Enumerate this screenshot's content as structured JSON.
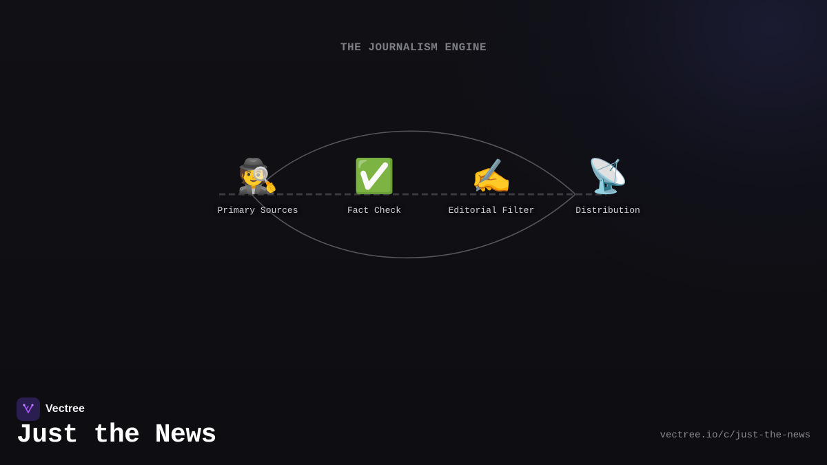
{
  "diagram": {
    "title": "THE JOURNALISM ENGINE",
    "stages": [
      {
        "icon": "🕵️",
        "icon_name": "detective-icon",
        "label": "Primary Sources"
      },
      {
        "icon": "✅",
        "icon_name": "check-mark-icon",
        "label": "Fact Check"
      },
      {
        "icon": "✍️",
        "icon_name": "writing-hand-icon",
        "label": "Editorial Filter"
      },
      {
        "icon": "📡",
        "icon_name": "satellite-dish-icon",
        "label": "Distribution"
      }
    ]
  },
  "footer": {
    "brand": "Vectree",
    "title": "Just the News",
    "url": "vectree.io/c/just-the-news"
  },
  "colors": {
    "background": "#0f0f13",
    "logo_bg": "#2a1d4f",
    "logo_accent": "#a855f7",
    "connector": "#55555c"
  }
}
